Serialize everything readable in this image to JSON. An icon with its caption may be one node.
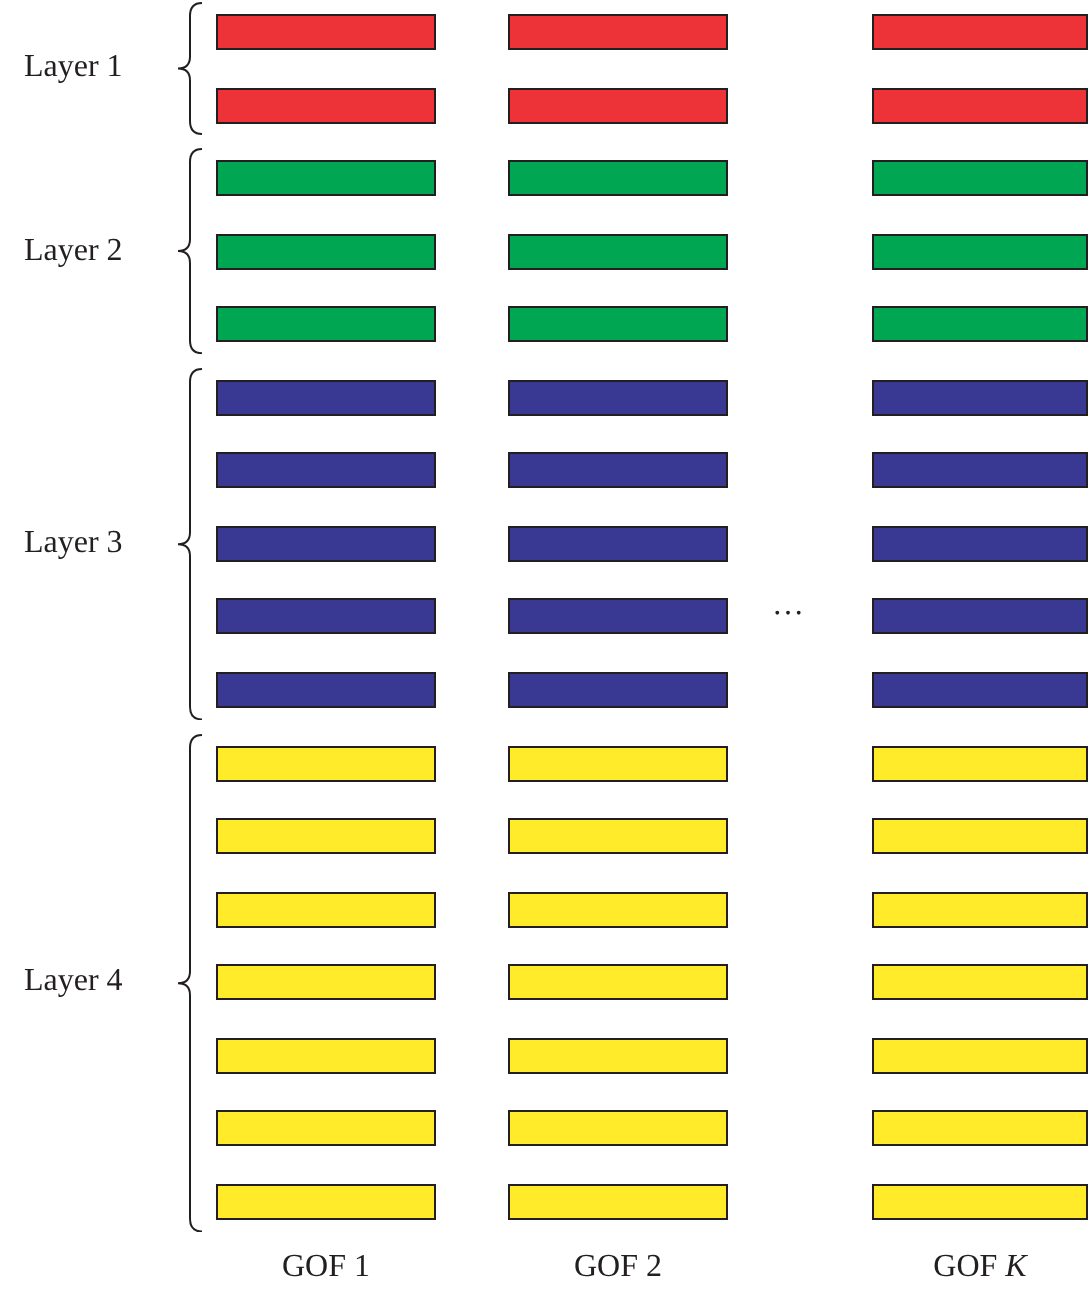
{
  "diagram": {
    "nodes": [
      {
        "text": [],
        "shape": "bar"
      },
      {
        "text": [],
        "shape": "bar"
      },
      {
        "text": [],
        "shape": "bar"
      },
      {
        "text": [],
        "shape": "bar"
      },
      {
        "text": [],
        "shape": "bar"
      },
      {
        "text": [],
        "shape": "bar"
      },
      {
        "text": [],
        "shape": "bar"
      },
      {
        "text": [],
        "shape": "bar"
      },
      {
        "text": [],
        "shape": "bar"
      },
      {
        "text": [],
        "shape": "bar"
      },
      {
        "text": [],
        "shape": "bar"
      },
      {
        "text": [],
        "shape": "bar"
      },
      {
        "text": [],
        "shape": "bar"
      },
      {
        "text": [],
        "shape": "bar"
      },
      {
        "text": [],
        "shape": "bar"
      },
      {
        "text": [],
        "shape": "bar"
      },
      {
        "text": [],
        "shape": "bar"
      },
      {
        "text": [],
        "shape": "bar"
      },
      {
        "text": [],
        "shape": "bar"
      },
      {
        "text": [],
        "shape": "bar"
      },
      {
        "text": [],
        "shape": "bar"
      },
      {
        "text": [],
        "shape": "bar"
      },
      {
        "text": [],
        "shape": "bar"
      },
      {
        "text": [],
        "shape": "bar"
      },
      {
        "text": [],
        "shape": "bar"
      },
      {
        "text": [],
        "shape": "bar"
      },
      {
        "text": [],
        "shape": "bar"
      },
      {
        "text": [],
        "shape": "bar"
      },
      {
        "text": [],
        "shape": "bar"
      },
      {
        "text": [],
        "shape": "bar"
      },
      {
        "text": [],
        "shape": "bar"
      },
      {
        "text": [],
        "shape": "bar"
      },
      {
        "text": [],
        "shape": "bar"
      },
      {
        "text": [],
        "shape": "bar"
      },
      {
        "text": [],
        "shape": "bar"
      },
      {
        "text": [],
        "shape": "bar"
      },
      {
        "text": [],
        "shape": "bar"
      },
      {
        "text": [],
        "shape": "bar"
      },
      {
        "text": [],
        "shape": "bar"
      },
      {
        "text": [],
        "shape": "bar"
      },
      {
        "text": [],
        "shape": "bar"
      },
      {
        "text": [],
        "shape": "bar"
      },
      {
        "text": [],
        "shape": "bar"
      },
      {
        "text": [],
        "shape": "bar"
      },
      {
        "text": [],
        "shape": "bar"
      },
      {
        "text": [],
        "shape": "bar"
      },
      {
        "text": [],
        "shape": "bar"
      },
      {
        "text": [],
        "shape": "bar"
      },
      {
        "text": [],
        "shape": "bar"
      },
      {
        "text": [],
        "shape": "bar"
      },
      {
        "text": [],
        "shape": "bar"
      }
    ],
    "labels": [
      "Layer 1",
      "Layer 2",
      "Layer 3",
      "…",
      "Layer 4",
      "GOF 1",
      "GOF 2",
      "GOF *K*"
    ]
  }
}
